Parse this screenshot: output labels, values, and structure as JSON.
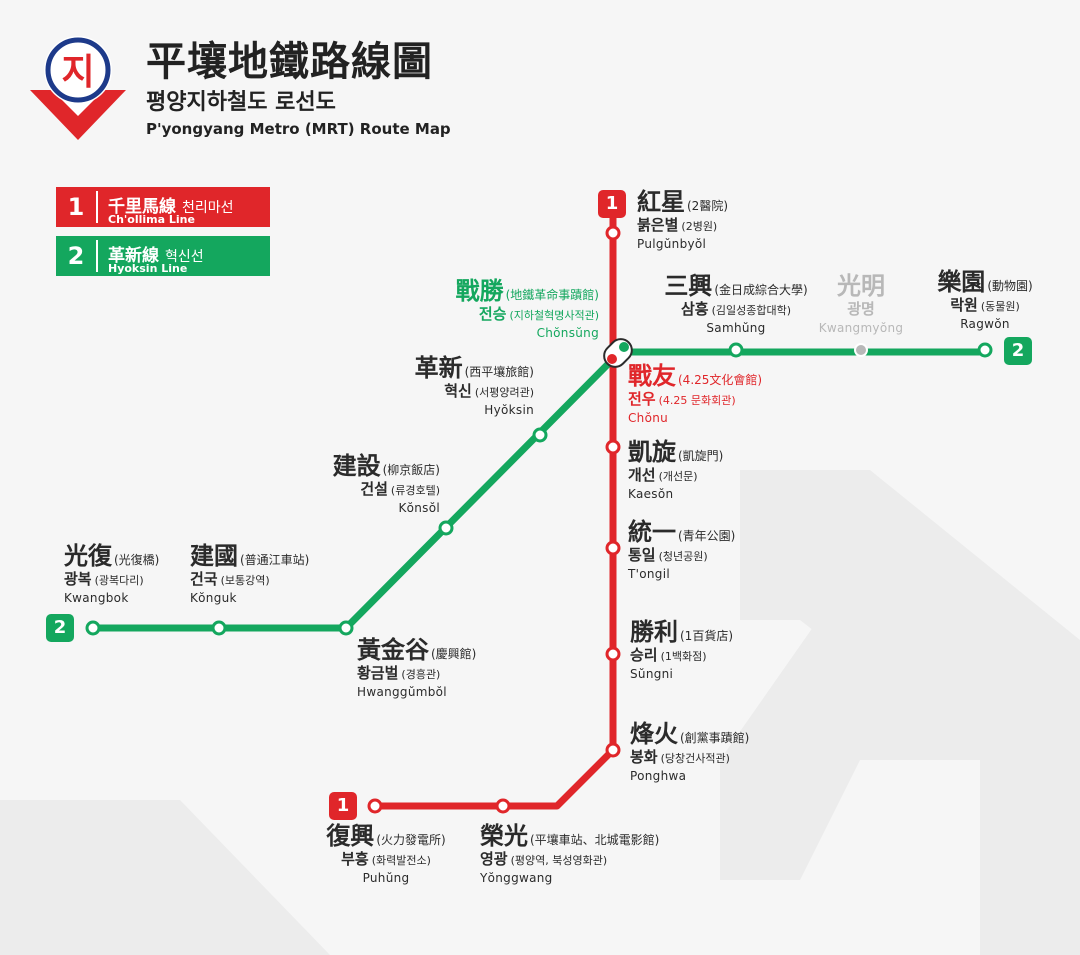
{
  "colors": {
    "line1": "#e0262a",
    "line2": "#14a75e",
    "text": "#2b2b2b",
    "inactive": "#b8b8b8",
    "background": "#f6f6f6"
  },
  "logo": {
    "letter": "지",
    "icon": "metro-logo"
  },
  "title": {
    "hanja": "平壤地鐵路線圖",
    "korean": "평양지하철도 로선도",
    "english": "P'yongyang Metro (MRT) Route Map"
  },
  "legend": [
    {
      "number": "1",
      "name": "千里馬線",
      "name_ko": "천리마선",
      "roman": "Ch'ollima Line",
      "color": "#e0262a"
    },
    {
      "number": "2",
      "name": "革新線",
      "name_ko": "혁신선",
      "roman": "Hyoksin Line",
      "color": "#14a75e"
    }
  ],
  "line_badges": {
    "line1": "1",
    "line2": "2"
  },
  "stations": {
    "hongsong": {
      "hanja": "紅星",
      "hanja_sub": "(2醫院)",
      "korean": "붉은별",
      "korean_sub": "(2병원)",
      "roman": "Pulgŭnbyŏl"
    },
    "chonsung": {
      "hanja": "戰勝",
      "hanja_sub": "(地鐵革命事蹟館)",
      "korean": "전승",
      "korean_sub": "(지하철혁명사적관)",
      "roman": "Chŏnsŭng"
    },
    "samhung": {
      "hanja": "三興",
      "hanja_sub": "(金日成綜合大學)",
      "korean": "삼흥",
      "korean_sub": "(김일성종합대학)",
      "roman": "Samhŭng"
    },
    "kwangmyong": {
      "hanja": "光明",
      "korean": "광명",
      "roman": "Kwangmyŏng"
    },
    "ragwon": {
      "hanja": "樂園",
      "hanja_sub": "(動物園)",
      "korean": "락원",
      "korean_sub": "(동물원)",
      "roman": "Ragwŏn"
    },
    "hyoksin": {
      "hanja": "革新",
      "hanja_sub": "(西平壤旅館)",
      "korean": "혁신",
      "korean_sub": "(서평양려관)",
      "roman": "Hyŏksin"
    },
    "chonu": {
      "hanja": "戰友",
      "hanja_sub": "(4.25文化會館)",
      "korean": "전우",
      "korean_sub": "(4.25 문화회관)",
      "roman": "Chŏnu"
    },
    "kaeson": {
      "hanja": "凱旋",
      "hanja_sub": "(凱旋門)",
      "korean": "개선",
      "korean_sub": "(개선문)",
      "roman": "Kaesŏn"
    },
    "konsol": {
      "hanja": "建設",
      "hanja_sub": "(柳京飯店)",
      "korean": "건설",
      "korean_sub": "(류경호텔)",
      "roman": "Kŏnsŏl"
    },
    "tongil": {
      "hanja": "統一",
      "hanja_sub": "(青年公園)",
      "korean": "통일",
      "korean_sub": "(청년공원)",
      "roman": "T'ongil"
    },
    "kwangbok": {
      "hanja": "光復",
      "hanja_sub": "(光復橋)",
      "korean": "광복",
      "korean_sub": "(광복다리)",
      "roman": "Kwangbok"
    },
    "konguk": {
      "hanja": "建國",
      "hanja_sub": "(普通江車站)",
      "korean": "건국",
      "korean_sub": "(보통강역)",
      "roman": "Kŏnguk"
    },
    "sungni": {
      "hanja": "勝利",
      "hanja_sub": "(1百貨店)",
      "korean": "승리",
      "korean_sub": "(1백화점)",
      "roman": "Sŭngni"
    },
    "hwanggumbol": {
      "hanja": "黃金谷",
      "hanja_sub": "(慶興館)",
      "korean": "황금벌",
      "korean_sub": "(경흥관)",
      "roman": "Hwanggŭmbŏl"
    },
    "ponghwa": {
      "hanja": "烽火",
      "hanja_sub": "(創黨事蹟館)",
      "korean": "봉화",
      "korean_sub": "(당창건사적관)",
      "roman": "Ponghwa"
    },
    "puhung": {
      "hanja": "復興",
      "hanja_sub": "(火力發電所)",
      "korean": "부흥",
      "korean_sub": "(화력발전소)",
      "roman": "Puhŭng"
    },
    "yonggwang": {
      "hanja": "榮光",
      "hanja_sub": "(平壤車站、北城電影館)",
      "korean": "영광",
      "korean_sub": "(평양역, 북성영화관)",
      "roman": "Yŏnggwang"
    }
  }
}
